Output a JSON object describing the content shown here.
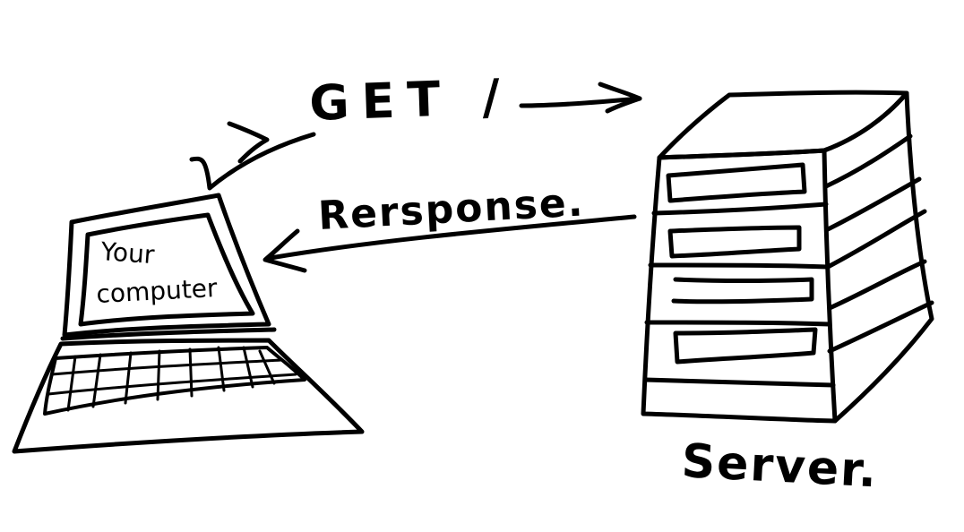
{
  "diagram": {
    "request": {
      "label": "GET /"
    },
    "response": {
      "label": "Rersponse."
    },
    "client": {
      "label_line1": "Your",
      "label_line2": "computer"
    },
    "server": {
      "label": "Server."
    }
  },
  "colors": {
    "ink": "#000000",
    "background": "#ffffff"
  }
}
